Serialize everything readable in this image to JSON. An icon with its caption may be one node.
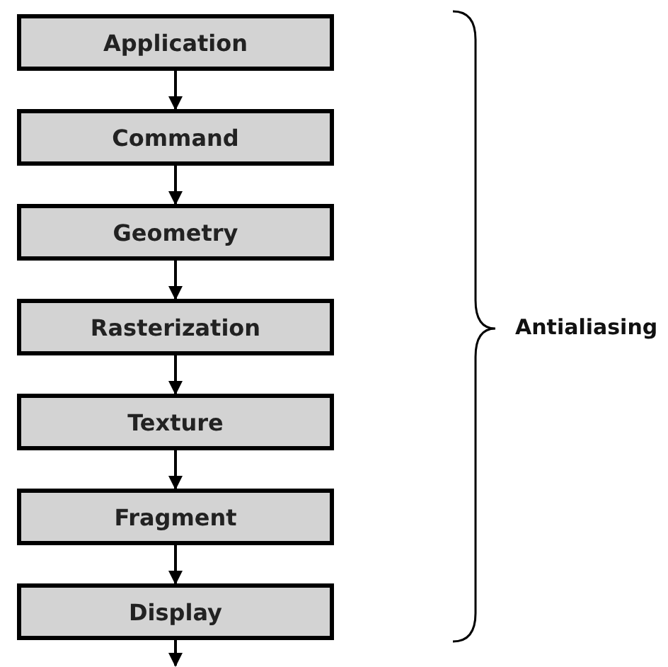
{
  "diagram": {
    "nodes": [
      {
        "text": [
          "Application"
        ]
      },
      {
        "text": [
          "Command"
        ]
      },
      {
        "text": [
          "Geometry"
        ]
      },
      {
        "text": [
          "Rasterization"
        ]
      },
      {
        "text": [
          "Texture"
        ]
      },
      {
        "text": [
          "Fragment"
        ]
      },
      {
        "text": [
          "Display"
        ]
      }
    ],
    "edges": [
      {
        "from": 0,
        "to": 1,
        "arrow": "to"
      },
      {
        "from": 1,
        "to": 2,
        "arrow": "to"
      },
      {
        "from": 2,
        "to": 3,
        "arrow": "to"
      },
      {
        "from": 3,
        "to": 4,
        "arrow": "to"
      },
      {
        "from": 4,
        "to": 5,
        "arrow": "to"
      },
      {
        "from": 5,
        "to": 6,
        "arrow": "to"
      },
      {
        "from": 6,
        "to": null,
        "arrow": "to"
      }
    ],
    "labels": [
      "Antialiasing"
    ]
  }
}
